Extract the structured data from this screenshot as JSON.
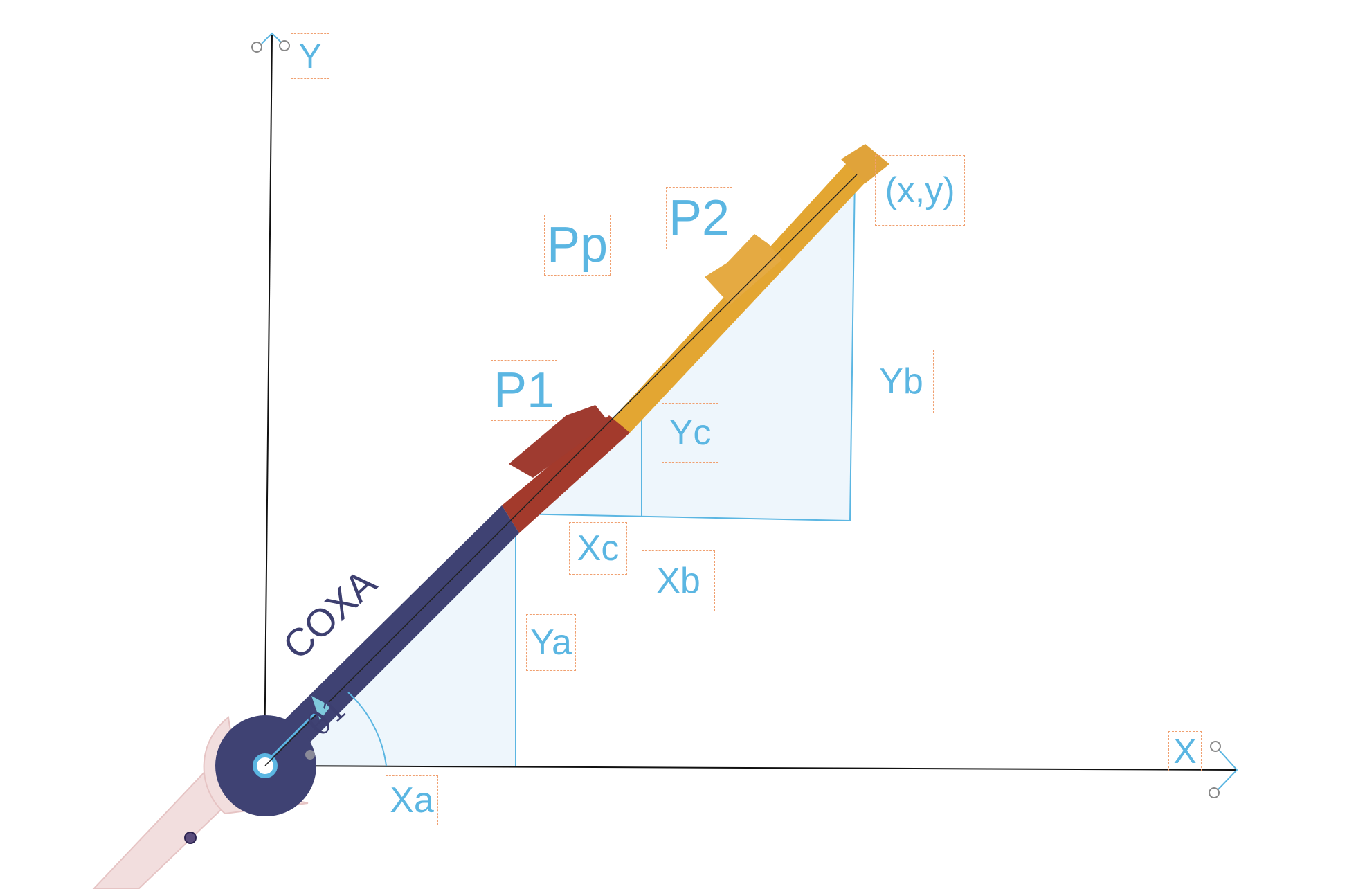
{
  "axes": {
    "y_label": "Y",
    "x_label": "X"
  },
  "end_point_label": "(x,y)",
  "points": {
    "p1": "P1",
    "p2": "P2",
    "pp": "Pp"
  },
  "dims": {
    "xa": "Xa",
    "ya": "Ya",
    "xb": "Xb",
    "yb": "Yb",
    "xc": "Xc",
    "yc": "Yc"
  },
  "segment_label": "COXA",
  "angle_label": "θ1",
  "colors": {
    "axis": "#111111",
    "label": "#5bb6e2",
    "label_border": "#f0a070",
    "coxa": "#3f4273",
    "femur": "#a33a2c",
    "tibia": "#e3a632",
    "base_arc": "#f0dcdc",
    "triangle_fill": "#eaf5fc",
    "triangle_line": "#5bb6e2"
  }
}
